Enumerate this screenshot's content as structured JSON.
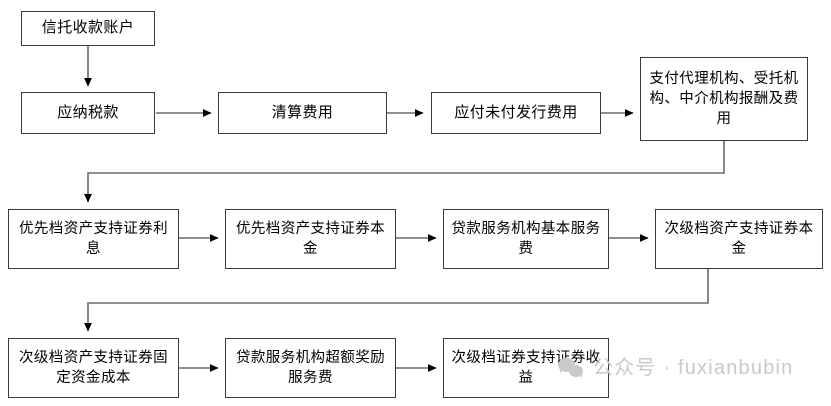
{
  "diagram": {
    "type": "flowchart",
    "title": "资产支持证券现金流支付顺序流程图",
    "line_color": "#6b6b6b",
    "arrow_color": "#000000",
    "box_border_color": "#3a3a3a",
    "background": "#ffffff",
    "nodes": [
      {
        "id": "n1",
        "label": "信托收款账户",
        "row": 0,
        "col": 0
      },
      {
        "id": "n2",
        "label": "应纳税款",
        "row": 1,
        "col": 0
      },
      {
        "id": "n3",
        "label": "清算费用",
        "row": 1,
        "col": 1
      },
      {
        "id": "n4",
        "label": "应付未付发行费用",
        "row": 1,
        "col": 2
      },
      {
        "id": "n5",
        "label": "支付代理机构、受托机构、中介机构报酬及费用",
        "row": 1,
        "col": 3
      },
      {
        "id": "n6",
        "label": "优先档资产支持证券利息",
        "row": 2,
        "col": 0
      },
      {
        "id": "n7",
        "label": "优先档资产支持证券本金",
        "row": 2,
        "col": 1
      },
      {
        "id": "n8",
        "label": "贷款服务机构基本服务费",
        "row": 2,
        "col": 2
      },
      {
        "id": "n9",
        "label": "次级档资产支持证券本金",
        "row": 2,
        "col": 3
      },
      {
        "id": "n10",
        "label": "次级档资产支持证券固定资金成本",
        "row": 3,
        "col": 0
      },
      {
        "id": "n11",
        "label": "贷款服务机构超额奖励服务费",
        "row": 3,
        "col": 1
      },
      {
        "id": "n12",
        "label": "次级档证券支持证券收益",
        "row": 3,
        "col": 2
      }
    ],
    "edges": [
      {
        "from": "n1",
        "to": "n2",
        "kind": "vertical"
      },
      {
        "from": "n2",
        "to": "n3",
        "kind": "horizontal"
      },
      {
        "from": "n3",
        "to": "n4",
        "kind": "horizontal"
      },
      {
        "from": "n4",
        "to": "n5",
        "kind": "horizontal"
      },
      {
        "from": "n5",
        "to": "n6",
        "kind": "wrap"
      },
      {
        "from": "n6",
        "to": "n7",
        "kind": "horizontal"
      },
      {
        "from": "n7",
        "to": "n8",
        "kind": "horizontal"
      },
      {
        "from": "n8",
        "to": "n9",
        "kind": "horizontal"
      },
      {
        "from": "n9",
        "to": "n10",
        "kind": "wrap"
      },
      {
        "from": "n10",
        "to": "n11",
        "kind": "horizontal"
      },
      {
        "from": "n11",
        "to": "n12",
        "kind": "horizontal"
      }
    ]
  },
  "watermark": {
    "icon": "wechat-icon",
    "text": "公众号 · fuxianbubin",
    "color": "#c9c9c9"
  }
}
